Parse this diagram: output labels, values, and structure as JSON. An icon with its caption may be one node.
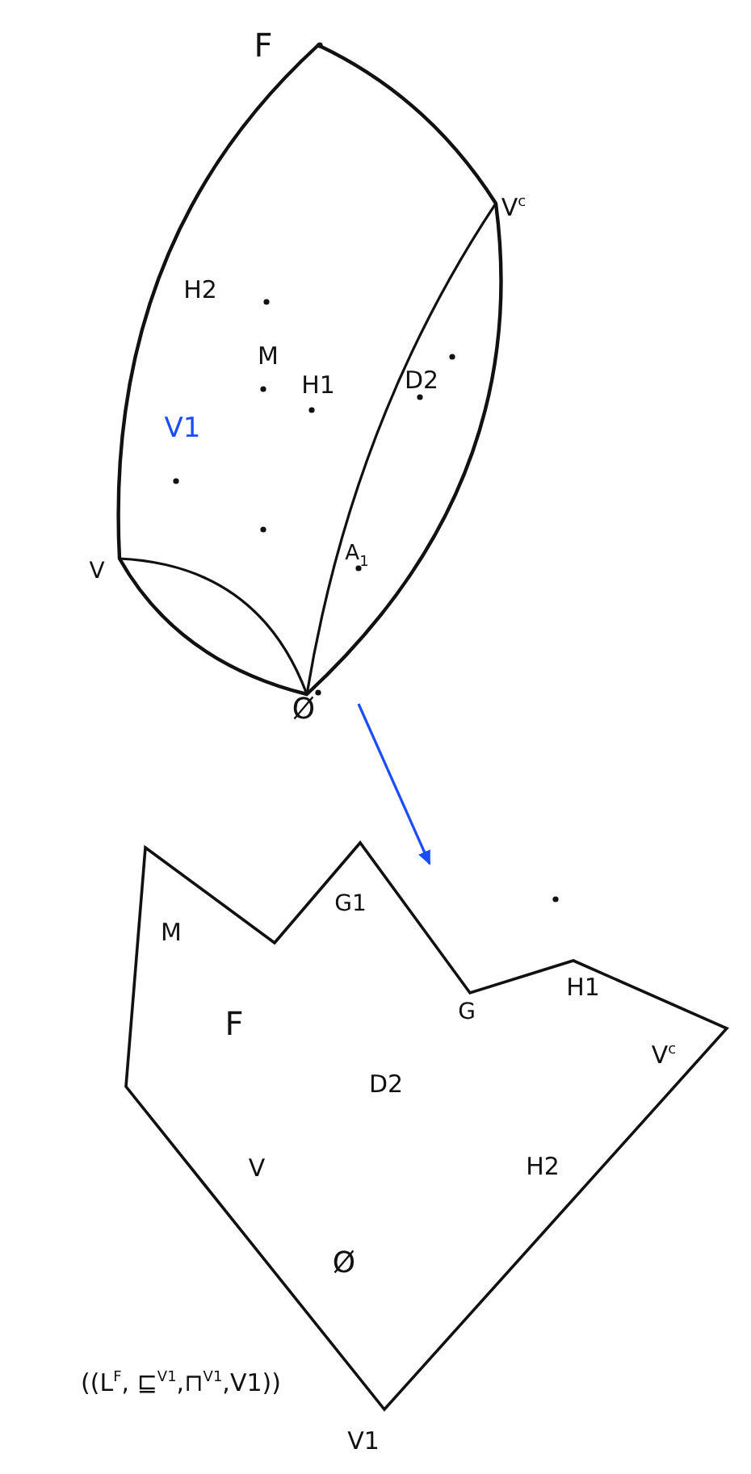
{
  "diagram": {
    "nodes": [
      {
        "text": [],
        "shape": "lens"
      },
      {
        "text": [],
        "shape": "polygon"
      }
    ],
    "edges": [
      {
        "from": 0,
        "to": 1,
        "arrow": "to",
        "color": "#1a4dff"
      }
    ],
    "labels": [
      "F",
      "V$^{c}$",
      "H2",
      "M",
      "H1",
      "D2",
      "V1",
      "V",
      "A$_{1}$",
      "Ø",
      "M",
      "G1",
      "F",
      "G",
      "H1",
      "V$^{c}$",
      "D2",
      "V",
      "H2",
      "Ø",
      "((L$^{F}$, ⊑$^{V1}$,⊓$^{V1}$,V1))",
      "V1"
    ]
  }
}
